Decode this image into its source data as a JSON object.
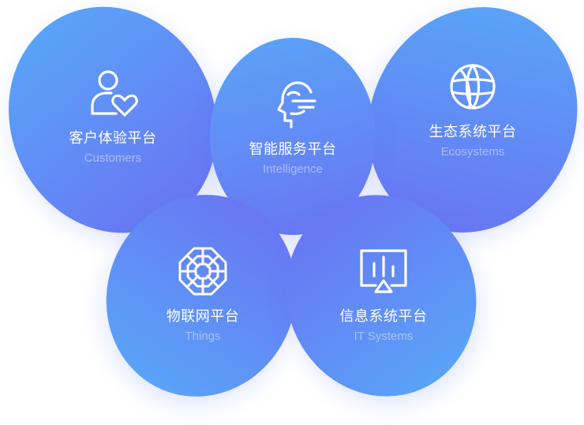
{
  "colors": {
    "blob_light": "#58a7f9",
    "blob_dark": "#6a72f2",
    "icon": "#ffffff",
    "title": "#ffffff",
    "subtitle": "rgba(255,255,255,0.45)"
  },
  "platforms": [
    {
      "icon": "user-heart-icon",
      "title": "客户体验平台",
      "subtitle": "Customers"
    },
    {
      "icon": "thinking-head-icon",
      "title": "智能服务平台",
      "subtitle": "Intelligence"
    },
    {
      "icon": "globe-icon",
      "title": "生态系统平台",
      "subtitle": "Ecosystems"
    },
    {
      "icon": "octagon-web-icon",
      "title": "物联网平台",
      "subtitle": "Things"
    },
    {
      "icon": "monitor-chart-icon",
      "title": "信息系统平台",
      "subtitle": "IT Systems"
    }
  ]
}
